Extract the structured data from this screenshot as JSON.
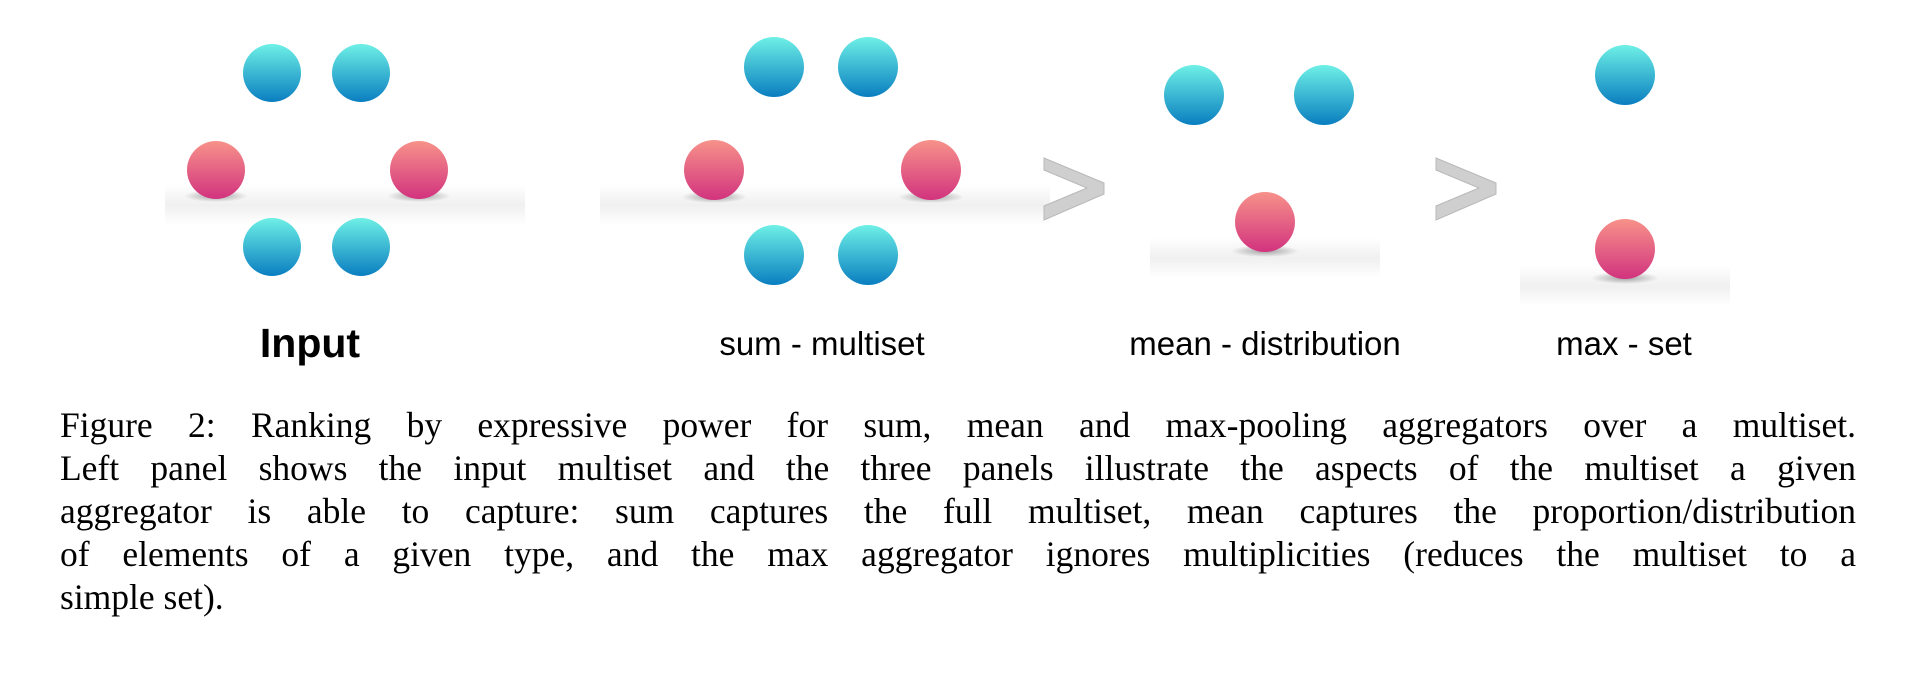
{
  "figure": {
    "panels": [
      {
        "id": "input",
        "label": "Input"
      },
      {
        "id": "sum",
        "label": "sum - multiset"
      },
      {
        "id": "mean",
        "label": "mean - distribution"
      },
      {
        "id": "max",
        "label": "max - set"
      }
    ],
    "comparators": [
      ">",
      ">"
    ],
    "colors": {
      "blue_top": "#6ef0e6",
      "blue_bottom": "#0a7ec0",
      "red_top": "#f7928a",
      "red_bottom": "#d2337e",
      "comparator": "#c8c8c8"
    }
  },
  "caption": {
    "lines": [
      "Figure 2: Ranking by expressive power for sum, mean and max-pooling aggregators over a multiset.",
      "Left panel shows the input multiset and the three panels illustrate the aspects of the multiset a given",
      "aggregator is able to capture: sum captures the full multiset, mean captures the proportion/distribution",
      "of elements of a given type, and the max aggregator ignores multiplicities (reduces the multiset to a",
      "simple set)."
    ]
  }
}
